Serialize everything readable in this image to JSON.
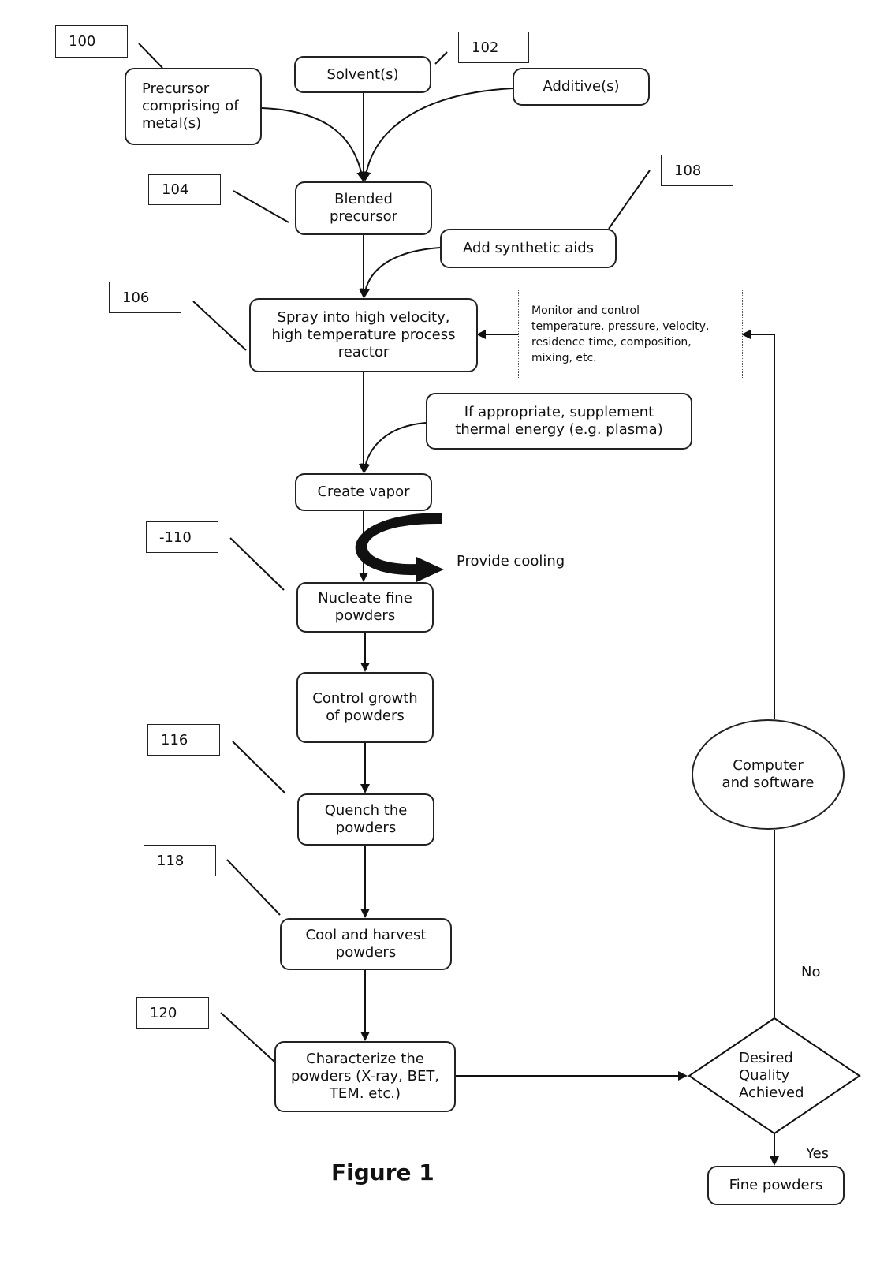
{
  "refs": {
    "r100": "100",
    "r102": "102",
    "r104": "104",
    "r106": "106",
    "r108": "108",
    "r110": "-110",
    "r116": "116",
    "r118": "118",
    "r120": "120"
  },
  "nodes": {
    "precursor": "Precursor\ncomprising of\nmetal(s)",
    "solvent": "Solvent(s)",
    "additive": "Additive(s)",
    "blended": "Blended\nprecursor",
    "synthetic_aids": "Add synthetic aids",
    "spray": "Spray into high velocity,\nhigh temperature process\nreactor",
    "monitor": "Monitor and control\ntemperature, pressure, velocity,\nresidence time, composition,\nmixing, etc.",
    "supplement": "If appropriate, supplement\nthermal energy (e.g. plasma)",
    "create_vapor": "Create vapor",
    "provide_cooling": "Provide cooling",
    "nucleate": "Nucleate fine\npowders",
    "control_growth": "Control growth\nof powders",
    "quench": "Quench the\npowders",
    "cool_harvest": "Cool and harvest\npowders",
    "characterize": "Characterize the\npowders (X-ray, BET,\nTEM. etc.)",
    "computer": "Computer\nand software",
    "decision": "Desired\nQuality\nAchieved",
    "fine_powders": "Fine powders",
    "no_label": "No",
    "yes_label": "Yes"
  },
  "figure_title": "Figure 1"
}
